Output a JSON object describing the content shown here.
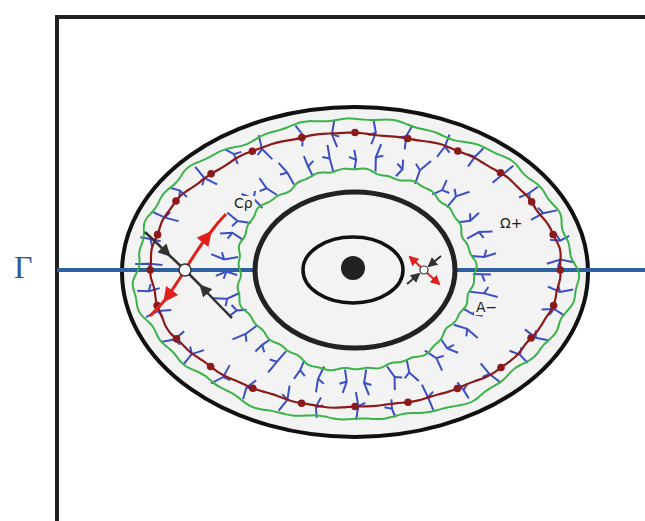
{
  "diagram": {
    "labels": [
      "Γ",
      "Cρ",
      "Ω+",
      "A−"
    ]
  }
}
